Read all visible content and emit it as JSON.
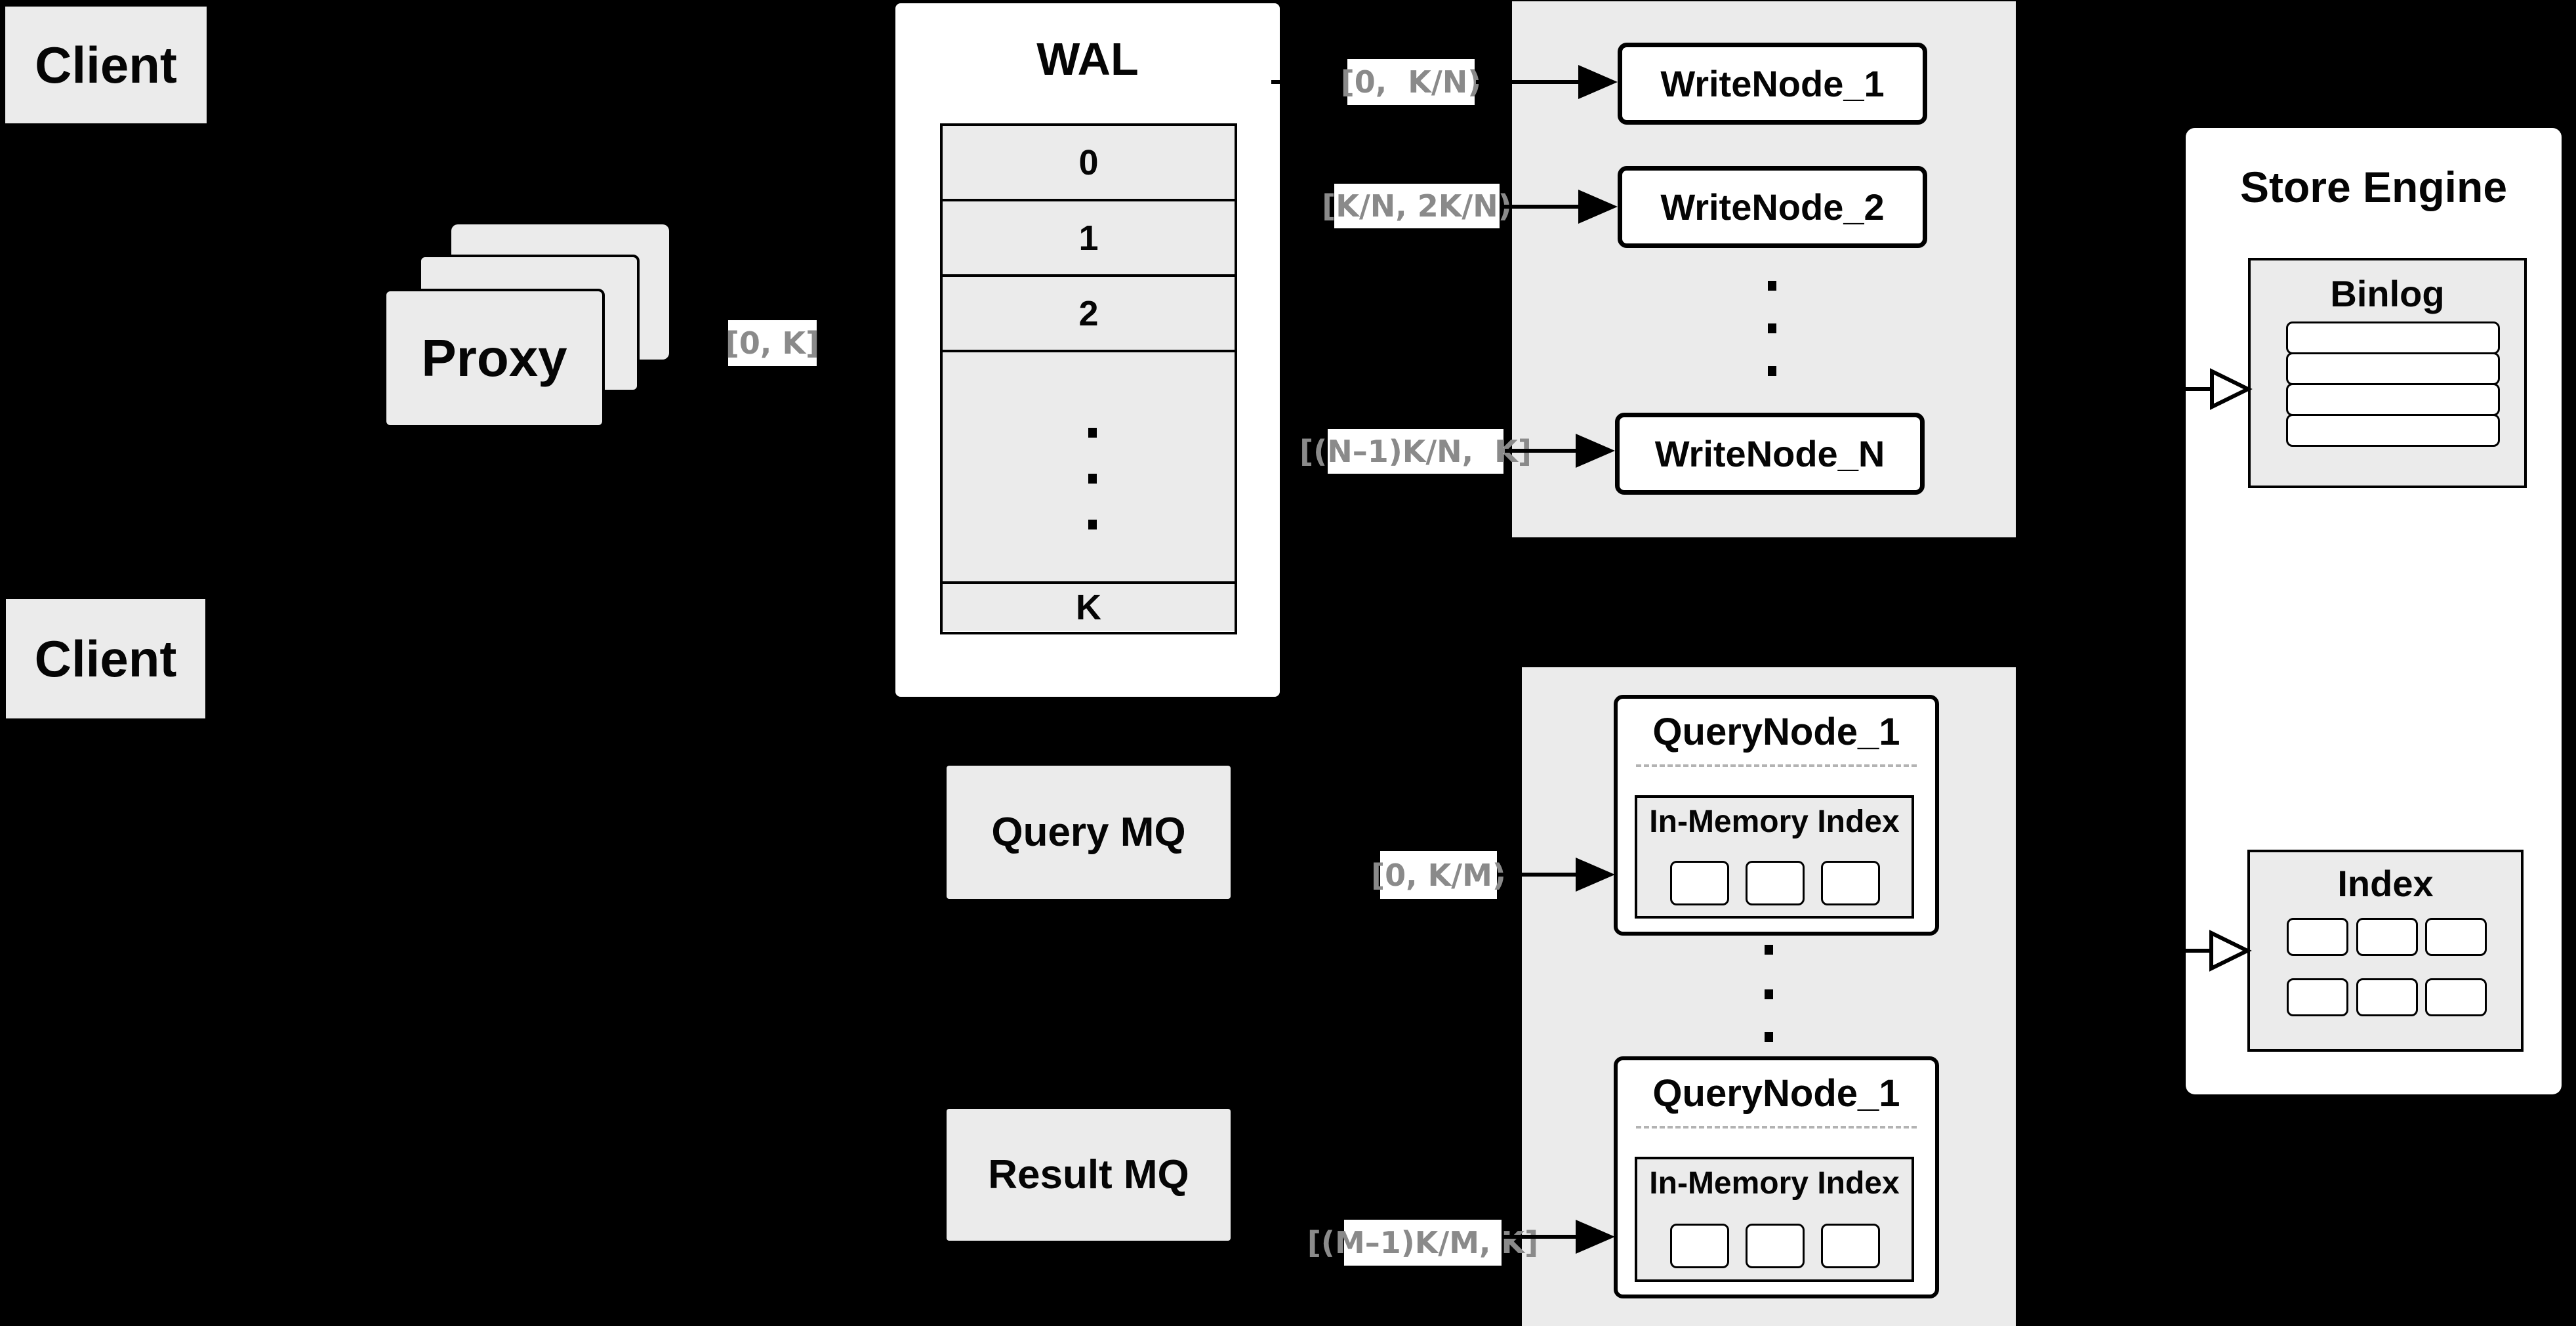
{
  "clients": {
    "client1": "Client",
    "client2": "Client"
  },
  "proxy": {
    "label": "Proxy"
  },
  "range_labels": {
    "proxy_wal": "[0, K]",
    "wal_wn1": "[0,  K/N)",
    "wal_wn2": "[K/N, 2K/N)",
    "wal_wnN": "[(N–1)K/N,  K]",
    "query_top": "[0, K/M)",
    "query_bottom": "[(M–1)K/M, K]"
  },
  "wal": {
    "title": "WAL",
    "rows": [
      "0",
      "1",
      "2",
      "K"
    ]
  },
  "write_nodes": {
    "n1": "WriteNode_1",
    "n2": "WriteNode_2",
    "nN": "WriteNode_N"
  },
  "store_engine": {
    "title": "Store Engine",
    "binlog_title": "Binlog",
    "index_title": "Index"
  },
  "mq": {
    "query": "Query MQ",
    "result": "Result MQ"
  },
  "query_nodes": {
    "top": {
      "title": "QueryNode_1",
      "inmem_title": "In-Memory Index"
    },
    "bottom": {
      "title": "QueryNode_1",
      "inmem_title": "In-Memory Index"
    }
  },
  "colors": {
    "bg": "#000000",
    "panel": "#ebebeb",
    "box": "#ffffff",
    "border": "#000000",
    "label_text": "#8a8a8a",
    "dash": "#b3b3b3"
  }
}
